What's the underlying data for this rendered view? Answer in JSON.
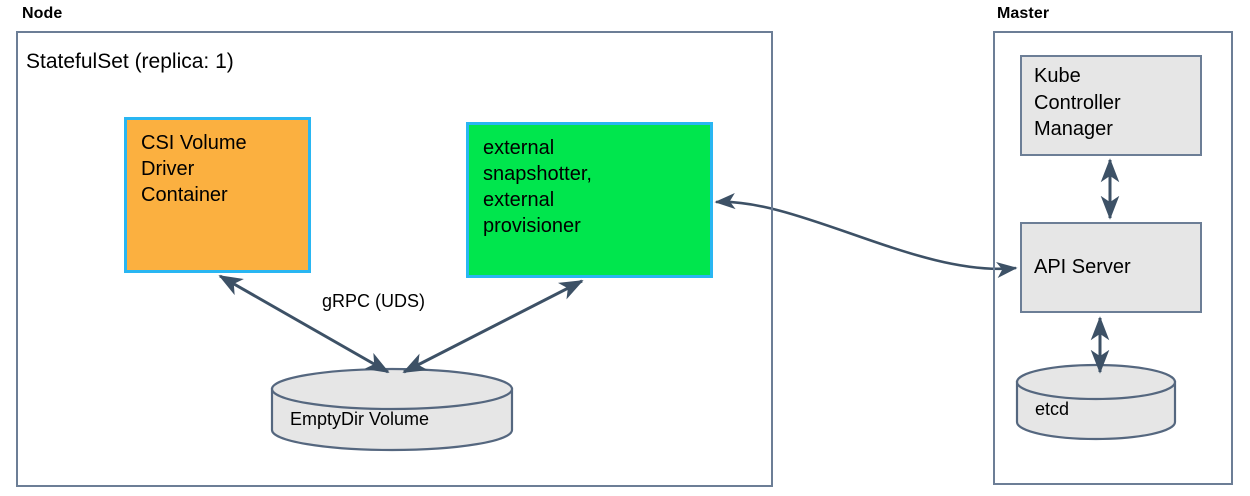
{
  "diagram": {
    "title_node": "Node",
    "title_master": "Master",
    "colors": {
      "stroke": "#6c7e96",
      "arrow": "#3d5166",
      "accent_border": "#29b6f2",
      "csi_fill": "#fbb040",
      "external_fill": "#00e64d",
      "grey_fill": "#e6e6e6",
      "cylinder_fill": "#e6e6e6",
      "text": "#000000"
    }
  },
  "node_group": {
    "label": "Node",
    "statefulset_title": "StatefulSet (replica: 1)",
    "csi_box": {
      "lines": [
        "CSI Volume",
        "Driver",
        "Container"
      ],
      "fill": "#fbb040"
    },
    "external_box": {
      "lines": [
        "external",
        "snapshotter,",
        "external",
        "provisioner"
      ],
      "fill": "#00e64d"
    },
    "emptydir_cylinder": {
      "label": "EmptyDir Volume"
    },
    "edge_label_grpc": "gRPC (UDS)"
  },
  "master_group": {
    "label": "Master",
    "kube_controller_manager": {
      "lines": [
        "Kube",
        "Controller",
        "Manager"
      ]
    },
    "api_server": {
      "label": "API Server"
    },
    "etcd_cylinder": {
      "label": "etcd"
    }
  },
  "edges": [
    {
      "name": "csi-to-emptydir",
      "label": "gRPC (UDS)",
      "bidirectional": true
    },
    {
      "name": "external-to-emptydir",
      "label": "",
      "bidirectional": true
    },
    {
      "name": "external-to-api-server",
      "label": "",
      "bidirectional": true
    },
    {
      "name": "kube-controller-manager-to-api-server",
      "label": "",
      "bidirectional": true
    },
    {
      "name": "api-server-to-etcd",
      "label": "",
      "bidirectional": true
    }
  ]
}
